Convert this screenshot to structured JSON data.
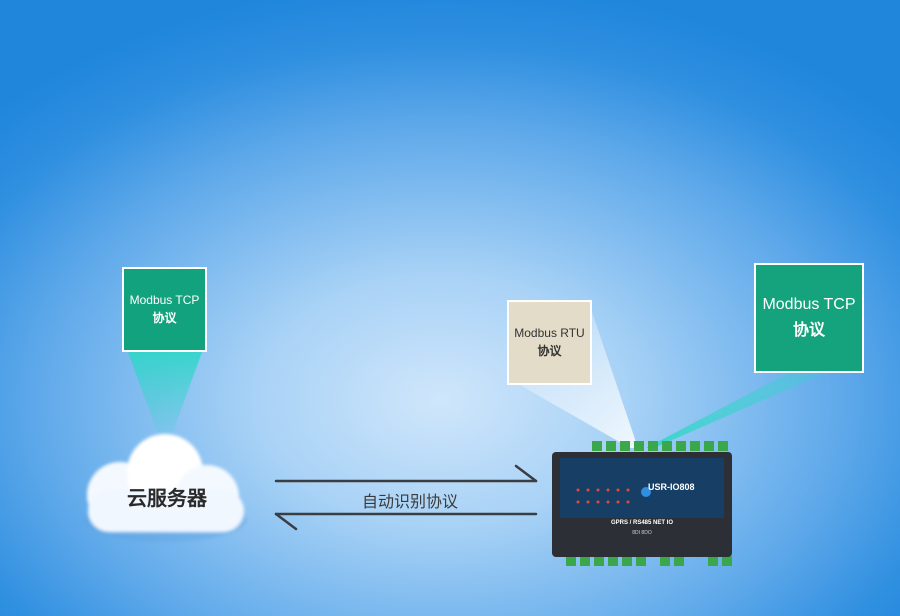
{
  "cloud": {
    "label": "云服务器"
  },
  "tcp_left": {
    "line1": "Modbus TCP",
    "line2": "协议"
  },
  "rtu": {
    "line1": "Modbus RTU",
    "line2": "协议"
  },
  "tcp_right": {
    "line1": "Modbus TCP",
    "line2": "协议"
  },
  "arrows": {
    "label": "自动识别协议"
  },
  "device": {
    "model": "USR-IO808",
    "type": "GPRS / RS485 NET IO",
    "io": "8DI 8DO"
  },
  "colors": {
    "tcp_green": "#12a27d",
    "rtu_beige": "#e2dcc8",
    "beam_cyan": "#2fd6c8",
    "device_body": "#2c3036",
    "device_panel": "#173f66"
  }
}
